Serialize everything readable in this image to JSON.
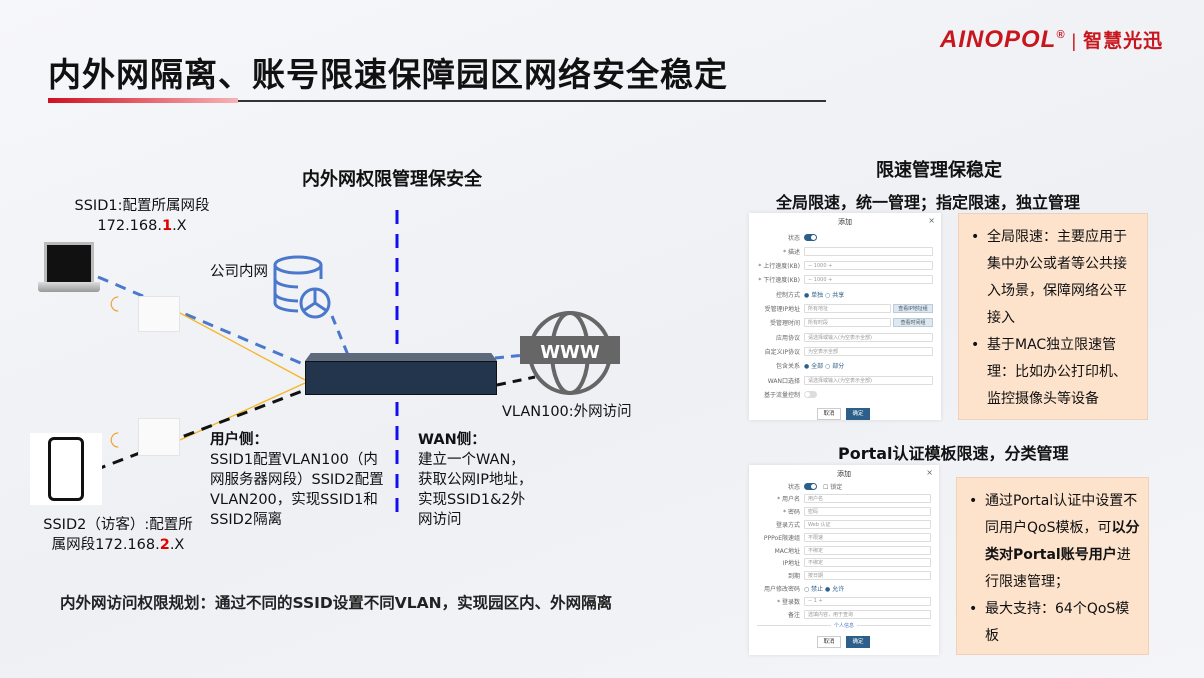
{
  "header": {
    "title": "内外网隔离、账号限速保障园区网络安全稳定",
    "logo_brand": "AINOPOL",
    "logo_cn": "智慧光迅"
  },
  "left": {
    "heading": "内外网权限管理保安全",
    "ssid1_line1": "SSID1:配置所属网段",
    "ssid1_ip_pre": "172.168.",
    "ssid1_ip_num": "1",
    "ssid1_ip_post": ".X",
    "intranet_label": "公司内网",
    "vlan_label": "VLAN100:外网访问",
    "ssid2_line1": "SSID2（访客）:配置所",
    "ssid2_line2_pre": "属网段172.168.",
    "ssid2_ip_num": "2",
    "ssid2_ip_post": ".X",
    "user_side_title": "用户侧：",
    "user_side_text": "SSID1配置VLAN100（内网服务器网段）SSID2配置VLAN200，实现SSID1和SSID2隔离",
    "wan_side_title": "WAN侧：",
    "wan_side_text": "建立一个WAN，获取公网IP地址，实现SSID1&2外网访问",
    "www_label": "WWW",
    "footer": "内外网访问权限规划：通过不同的SSID设置不同VLAN，实现园区内、外网隔离"
  },
  "right": {
    "heading": "限速管理保稳定",
    "subheading": "全局限速，统一管理；指定限速，独立管理",
    "dialog1": {
      "title": "添加",
      "close": "×",
      "rows": [
        {
          "label": "状态",
          "type": "toggle"
        },
        {
          "label": "* 描述",
          "value": ""
        },
        {
          "label": "* 上行速度(KB)",
          "value": "−        1000        +"
        },
        {
          "label": "* 下行速度(KB)",
          "value": "−        1000        +"
        },
        {
          "label": "控制方式",
          "value": "● 单独   ○ 共享",
          "type": "radio"
        },
        {
          "label": "受管理IP地址",
          "value": "所有地址",
          "btn": "查看IP地址组"
        },
        {
          "label": "受管理时间",
          "value": "所有时段",
          "btn": "查看时间组"
        },
        {
          "label": "应用协议",
          "value": "请选择或输入(为空表示全部)"
        },
        {
          "label": "自定义IP协议",
          "value": "为空表示全部"
        },
        {
          "label": "包含关系",
          "value": "● 全部   ○ 部分",
          "type": "radio"
        },
        {
          "label": "WAN口选择",
          "value": "请选择或输入(为空表示全部)"
        },
        {
          "label": "基于流量控制",
          "type": "toggle-off"
        }
      ],
      "cancel": "取消",
      "ok": "确定"
    },
    "note1": [
      "全局限速：主要应用于集中办公或者等公共接入场景，保障网络公平接入",
      "基于MAC独立限速管理：比如办公打印机、监控摄像头等设备"
    ],
    "portal_heading": "Portal认证模板限速，分类管理",
    "dialog2": {
      "title": "添加",
      "close": "×",
      "rows": [
        {
          "label": "状态",
          "type": "toggle",
          "extra": "☐ 锁定"
        },
        {
          "label": "* 用户名",
          "value": "用户名"
        },
        {
          "label": "* 密码",
          "value": "密码"
        },
        {
          "label": "登录方式",
          "value": "Web 认证"
        },
        {
          "label": "PPPoE限速组",
          "value": "不限速"
        },
        {
          "label": "MAC地址",
          "value": "不绑定"
        },
        {
          "label": "IP地址",
          "value": "不绑定"
        },
        {
          "label": "到期",
          "value": "按日期"
        },
        {
          "label": "用户修改密码",
          "value": "○ 禁止   ● 允许",
          "type": "radio"
        },
        {
          "label": "* 登录数",
          "value": "−            1            +"
        },
        {
          "label": "备注",
          "value": "选填内容，用于查询"
        }
      ],
      "divider": "个人信息",
      "cancel": "取消",
      "ok": "确定"
    },
    "note2_pre": "通过Portal认证中设置不同用户QoS模板，可",
    "note2_bold": "以分类对Portal账号用户",
    "note2_post": "进行限速管理；",
    "note2_b": "最大支持：64个QoS模板"
  }
}
